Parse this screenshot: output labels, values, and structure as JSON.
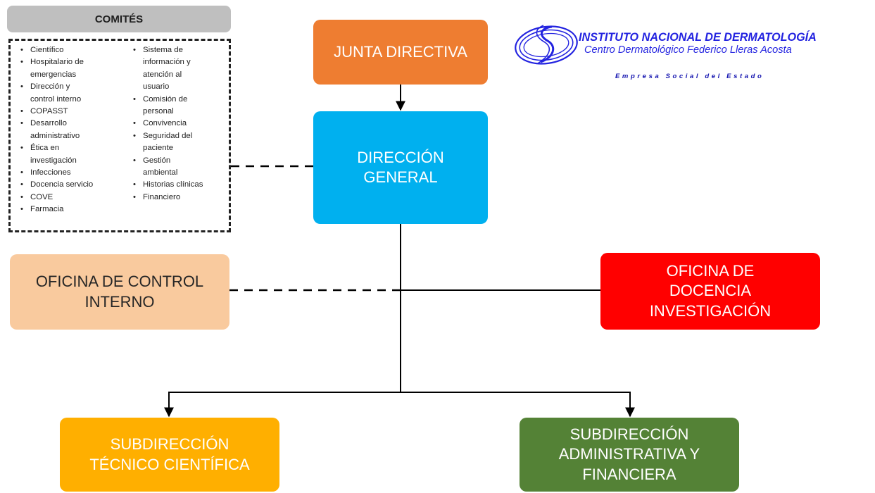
{
  "org": {
    "junta": "JUNTA DIRECTIVA",
    "direccion": "DIRECCIÓN\nGENERAL",
    "control": "OFICINA DE CONTROL\nINTERNO",
    "docencia": "OFICINA DE\nDOCENCIA\nINVESTIGACIÓN",
    "tecnico": "SUBDIRECCIÓN\nTÉCNICO CIENTÍFICA",
    "admin": "SUBDIRECCIÓN\nADMINISTRATIVA Y\nFINANCIERA"
  },
  "comites": {
    "title": "COMITÉS",
    "left": [
      "Científico",
      "Hospitalario de\nemergencias",
      "Dirección y\ncontrol interno",
      "COPASST",
      "Desarrollo\nadministrativo",
      "Ética en\ninvestigación",
      "Infecciones",
      "Docencia servicio",
      "COVE",
      "Farmacia"
    ],
    "right": [
      "Sistema de\ninformación y\natención al\nusuario",
      "Comisión de\npersonal",
      "Convivencia",
      "Seguridad del\npaciente",
      "Gestión\nambiental",
      "Historias clínicas",
      "Financiero"
    ]
  },
  "logo": {
    "title": "INSTITUTO NACIONAL DE DERMATOLOGÍA",
    "subtitle": "Centro Dermatológico Federico Lleras Acosta",
    "tagline": "Empresa Social del Estado"
  },
  "colors": {
    "junta": "#ee7d31",
    "direccion": "#00b0ef",
    "control": "#f9ca9e",
    "docencia": "#ff0000",
    "tecnico": "#ffaf00",
    "admin": "#548236",
    "comites_header": "#bfbfbf",
    "logo_blue": "#2323e0"
  }
}
